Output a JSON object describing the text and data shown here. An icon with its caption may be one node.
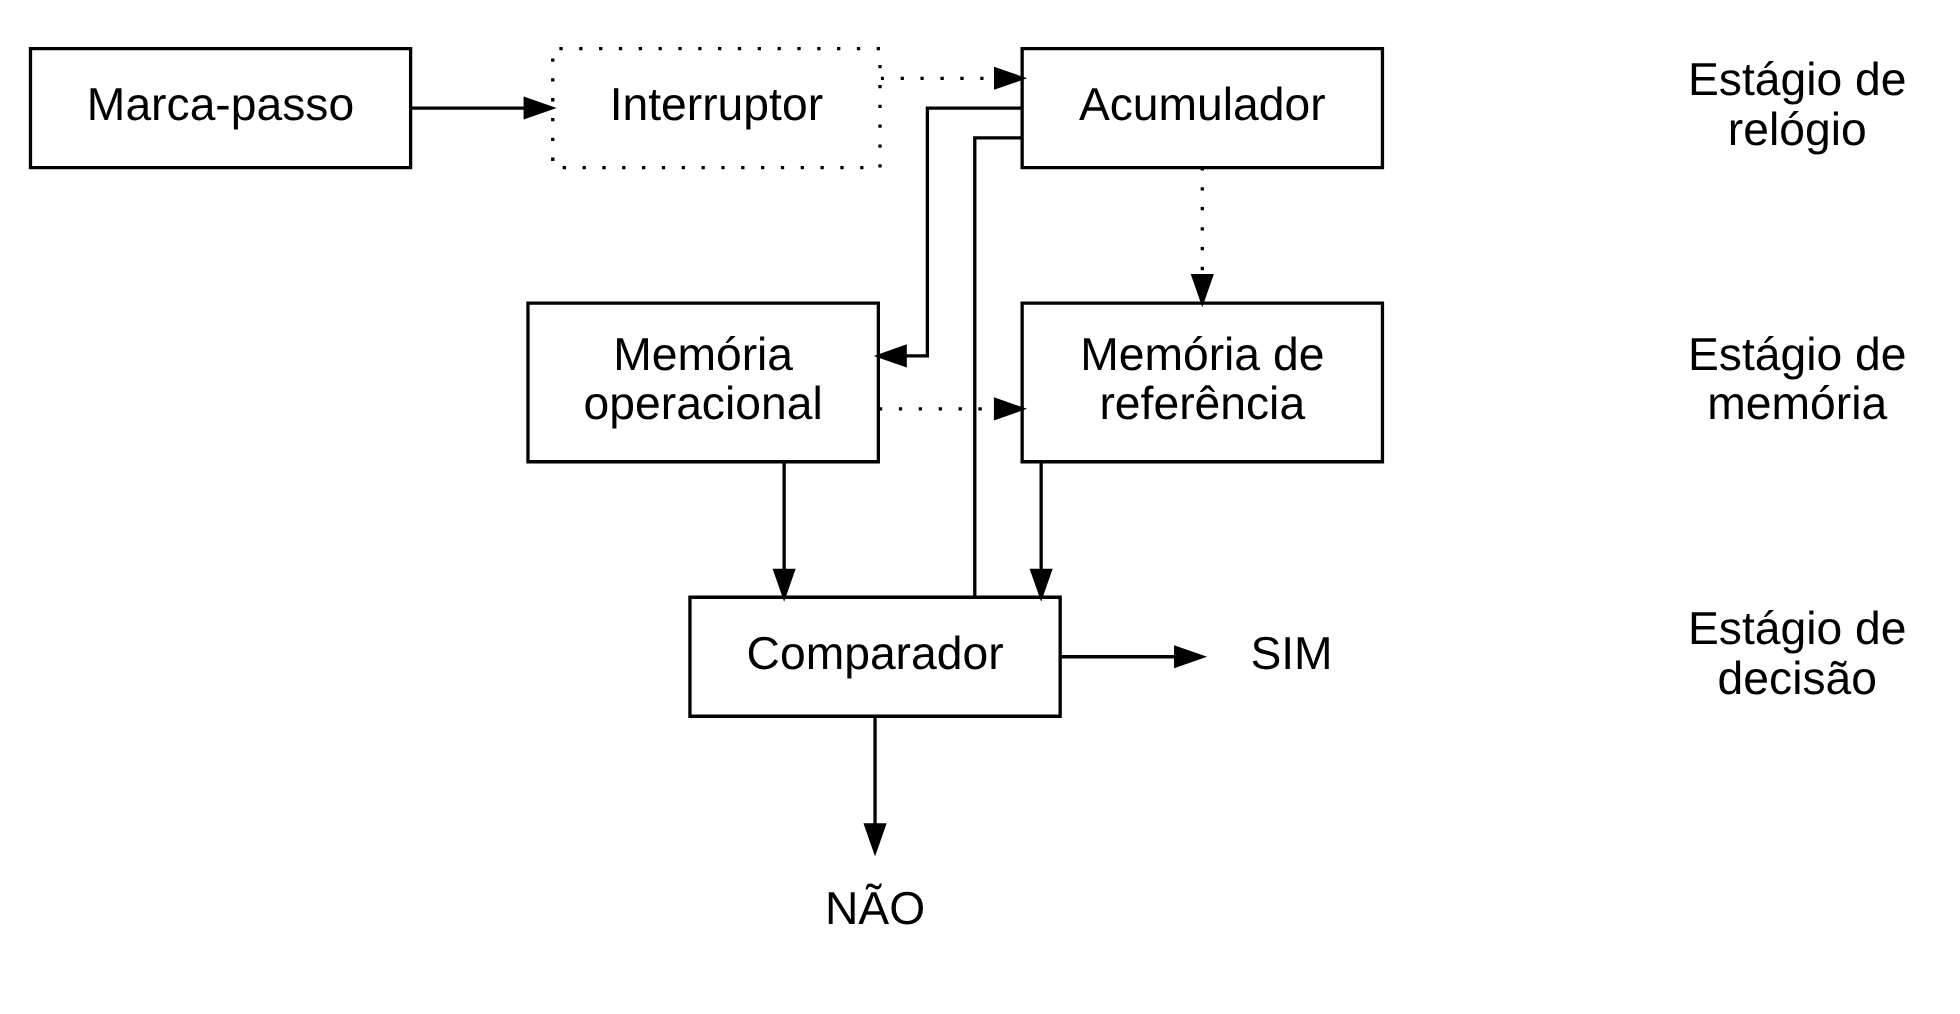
{
  "diagram": {
    "nodes": [
      {
        "text": [
          "Marca-passo"
        ]
      },
      {
        "text": [
          "Interruptor"
        ]
      },
      {
        "text": [
          "Acumulador"
        ]
      },
      {
        "text": [
          "Memória operacional"
        ]
      },
      {
        "text": [
          "Memória de referência"
        ]
      },
      {
        "text": [
          "Comparador"
        ]
      },
      {
        "text": [
          "SIM"
        ]
      },
      {
        "text": [
          "NÃO"
        ]
      }
    ],
    "edges": [
      {
        "from": 0,
        "to": 1,
        "arrow": "to"
      },
      {
        "from": 1,
        "to": 2,
        "arrow": "to",
        "style": "dashed"
      },
      {
        "from": 2,
        "to": 3,
        "arrow": "to"
      },
      {
        "from": 2,
        "to": 4,
        "arrow": "to",
        "style": "dashed"
      },
      {
        "from": 3,
        "to": 4,
        "arrow": "to",
        "style": "dashed"
      },
      {
        "from": 3,
        "to": 5,
        "arrow": "to"
      },
      {
        "from": 4,
        "to": 5,
        "arrow": "to"
      },
      {
        "from": 2,
        "to": 5,
        "arrow": "none"
      },
      {
        "from": 5,
        "to": 6,
        "arrow": "to"
      },
      {
        "from": 5,
        "to": 7,
        "arrow": "to"
      }
    ],
    "labels": [
      "Estágio de relógio",
      "Estágio de memória",
      "Estágio de decisão"
    ]
  }
}
